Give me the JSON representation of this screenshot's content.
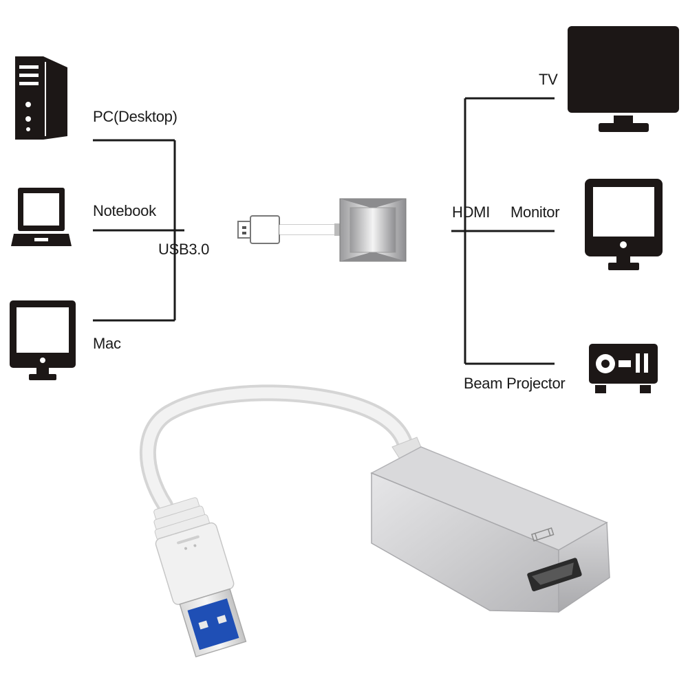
{
  "sources": [
    {
      "label": "PC(Desktop)",
      "icon": "desktop-tower-icon"
    },
    {
      "label": "Notebook",
      "icon": "laptop-icon"
    },
    {
      "label": "Mac",
      "icon": "monitor-icon"
    }
  ],
  "source_connection_label": "USB3.0",
  "targets": [
    {
      "label": "TV",
      "icon": "tv-icon"
    },
    {
      "label": "Monitor",
      "icon": "monitor-icon"
    },
    {
      "label": "Beam Projector",
      "icon": "projector-icon"
    }
  ],
  "target_connection_label": "HDMI",
  "colors": {
    "icon_fill": "#1c1716",
    "line": "#1a1a1a",
    "aluminum": "#c9c9cb",
    "cable": "#eeeeee",
    "usb_blue": "#1f4fb5"
  }
}
